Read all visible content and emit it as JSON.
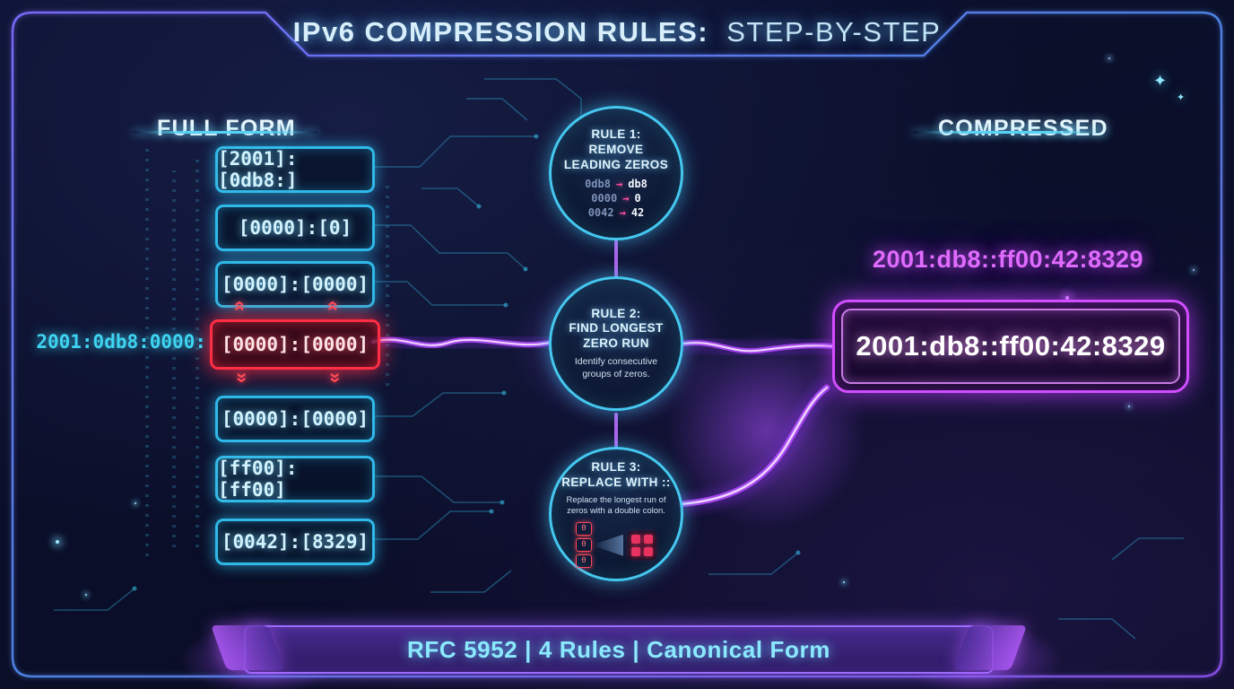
{
  "title": {
    "strong": "IPv6 COMPRESSION RULES:",
    "light": "STEP-BY-STEP"
  },
  "left": {
    "heading": "FULL FORM",
    "highlight_prefix": "2001:0db8:0000:",
    "boxes": [
      {
        "text": "[2001]:[0db8:]",
        "state": "normal"
      },
      {
        "text": "[0000]:[0]",
        "state": "normal"
      },
      {
        "text": "[0000]:[0000]",
        "state": "normal"
      },
      {
        "text": "[0000]:[0000]",
        "state": "highlight"
      },
      {
        "text": "[0000]:[0000]",
        "state": "normal"
      },
      {
        "text": "[ff00]: [ff00]",
        "state": "normal"
      },
      {
        "text": "[0042]:[8329]",
        "state": "normal"
      }
    ]
  },
  "rules": [
    {
      "title_lines": [
        "RULE 1:",
        "REMOVE",
        "LEADING ZEROS"
      ],
      "examples": [
        {
          "from": "0db8",
          "to": "db8"
        },
        {
          "from": "0000",
          "to": "0"
        },
        {
          "from": "0042",
          "to": "42"
        }
      ]
    },
    {
      "title_lines": [
        "RULE 2:",
        "FIND LONGEST",
        "ZERO RUN"
      ],
      "desc": "Identify consecutive groups of zeros."
    },
    {
      "title_lines": [
        "RULE 3:",
        "REPLACE WITH ::"
      ],
      "desc": "Replace the longest run of zeros with a double colon.",
      "zeros": [
        "0",
        "0",
        "0"
      ]
    }
  ],
  "right": {
    "heading": "COMPRESSED",
    "label": "2001:db8::ff00:42:8329",
    "result": "2001:db8::ff00:42:8329"
  },
  "footer": {
    "text": "RFC 5952 | 4 Rules | Canonical Form"
  },
  "icons": {
    "arrow": "→",
    "double_chevron": "«",
    "sparkle": "✦"
  },
  "colors": {
    "cyan": "#3fd4f2",
    "red": "#ff2e44",
    "magenta": "#d14dff",
    "purple": "#9d6bff"
  }
}
